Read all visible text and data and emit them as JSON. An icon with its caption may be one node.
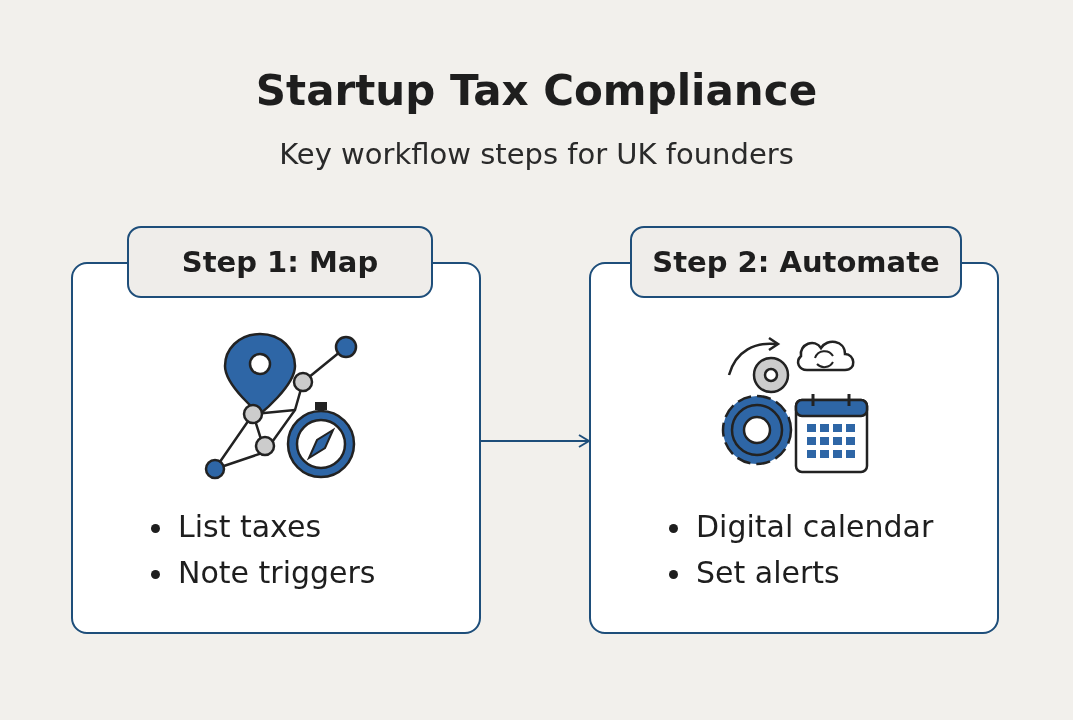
{
  "diagram": {
    "title": "Startup Tax Compliance",
    "caption": "Key workflow steps for UK founders",
    "nodes": [
      {
        "text": [
          "Step 1: Map",
          "List taxes",
          "Note triggers"
        ]
      },
      {
        "text": [
          "Step 2: Automate",
          "Digital calendar",
          "Set alerts"
        ]
      }
    ],
    "edges": [
      {
        "from": 0,
        "to": 1,
        "arrow": "to"
      }
    ]
  }
}
